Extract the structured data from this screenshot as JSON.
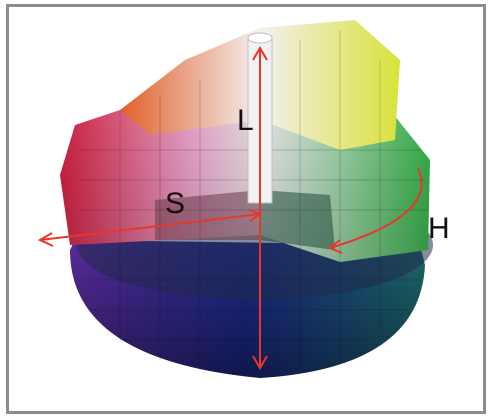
{
  "figure": {
    "labels": {
      "lightness": "L",
      "saturation": "S",
      "hue": "H"
    },
    "colors": {
      "arrow": "#e8362c",
      "frame_border": "#8c8c8c",
      "label_text": "#111111"
    },
    "solid_description_tokens": [
      "red",
      "orange",
      "yellow",
      "green",
      "cyan",
      "blue",
      "violet",
      "magenta",
      "white",
      "black"
    ]
  }
}
